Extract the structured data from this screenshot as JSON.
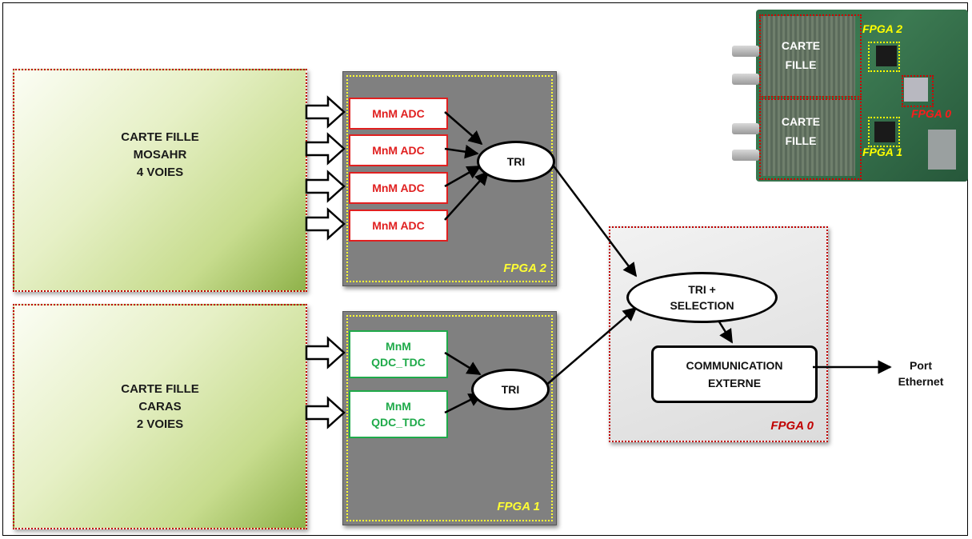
{
  "carte_mosahr": {
    "line1": "CARTE FILLE",
    "line2": "MOSAHR",
    "line3": "4 VOIES"
  },
  "carte_caras": {
    "line1": "CARTE FILLE",
    "line2": "CARAS",
    "line3": "2 VOIES"
  },
  "fpga2": {
    "label": "FPGA 2",
    "adcs": [
      "MnM ADC",
      "MnM ADC",
      "MnM ADC",
      "MnM ADC"
    ],
    "tri": "TRI"
  },
  "fpga1": {
    "label": "FPGA 1",
    "qdc": [
      {
        "line1": "MnM",
        "line2": "QDC_TDC"
      },
      {
        "line1": "MnM",
        "line2": "QDC_TDC"
      }
    ],
    "tri": "TRI"
  },
  "fpga0": {
    "label": "FPGA 0",
    "tri_selection": {
      "line1": "TRI +",
      "line2": "SELECTION"
    },
    "communication": {
      "line1": "COMMUNICATION",
      "line2": "EXTERNE"
    }
  },
  "port": {
    "line1": "Port",
    "line2": "Ethernet"
  },
  "photo": {
    "carte_top": {
      "line1": "CARTE",
      "line2": "FILLE"
    },
    "carte_bottom": {
      "line1": "CARTE",
      "line2": "FILLE"
    },
    "fpga2_label": "FPGA 2",
    "fpga0_label": "FPGA 0",
    "fpga1_label": "FPGA 1"
  },
  "colors": {
    "adc": "#e02020",
    "qdc": "#1faa4a",
    "fpga_border": "#ffff33",
    "fpga0_label": "#c00000"
  }
}
